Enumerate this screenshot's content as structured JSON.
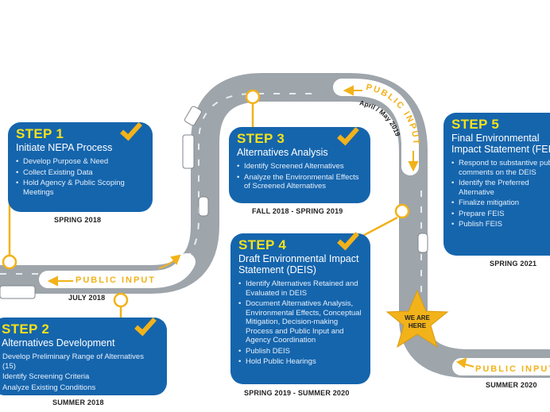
{
  "colors": {
    "card_blue": "#1565ad",
    "step_yellow": "#f5e11a",
    "accent_gold": "#f2b21a",
    "road_gray": "#9ea5ab",
    "date_text": "#222222"
  },
  "steps": [
    {
      "number": "STEP 1",
      "title": "Initiate NEPA Process",
      "bullets": [
        "Develop Purpose & Need",
        "Collect Existing Data",
        "Hold Agency & Public Scoping Meetings"
      ],
      "date": "SPRING 2018",
      "completed": true
    },
    {
      "number": "STEP 2",
      "title": "Alternatives Development",
      "bullets": [
        "Develop Preliminary Range of Alternatives (15)",
        "Identify Screening Criteria",
        "Analyze Existing Conditions"
      ],
      "date": "SUMMER 2018",
      "completed": true
    },
    {
      "number": "STEP 3",
      "title": "Alternatives Analysis",
      "bullets": [
        "Identify Screened Alternatives",
        "Analyze the Environmental Effects of Screened Alternatives"
      ],
      "date": "FALL 2018 - SPRING 2019",
      "completed": true
    },
    {
      "number": "STEP 4",
      "title": "Draft Environmental Impact Statement (DEIS)",
      "bullets": [
        "Identify Alternatives Retained and Evaluated in DEIS",
        "Document Alternatives Analysis, Environmental Effects, Conceptual Mitigation, Decision-making Process and Public Input and Agency Coordination",
        "Publish DEIS",
        "Hold Public Hearings"
      ],
      "date": "SPRING 2019 - SUMMER 2020",
      "completed": true
    },
    {
      "number": "STEP 5",
      "title": "Final Environmental Impact Statement (FEIS)",
      "bullets": [
        "Respond to substantive public comments on the DEIS",
        "Identify the Preferred Alternative",
        "Finalize mitigation",
        "Prepare FEIS",
        "Publish FEIS"
      ],
      "date": "SPRING 2021",
      "completed": false
    }
  ],
  "public_input": [
    {
      "label": "PUBLIC INPUT",
      "date": "JULY 2018"
    },
    {
      "label": "PUBLIC INPUT",
      "date": "April / May 2019"
    },
    {
      "label": "PUBLIC INPUT",
      "date": "SUMMER 2020"
    }
  ],
  "marker": {
    "label_line1": "WE ARE",
    "label_line2": "HERE"
  }
}
